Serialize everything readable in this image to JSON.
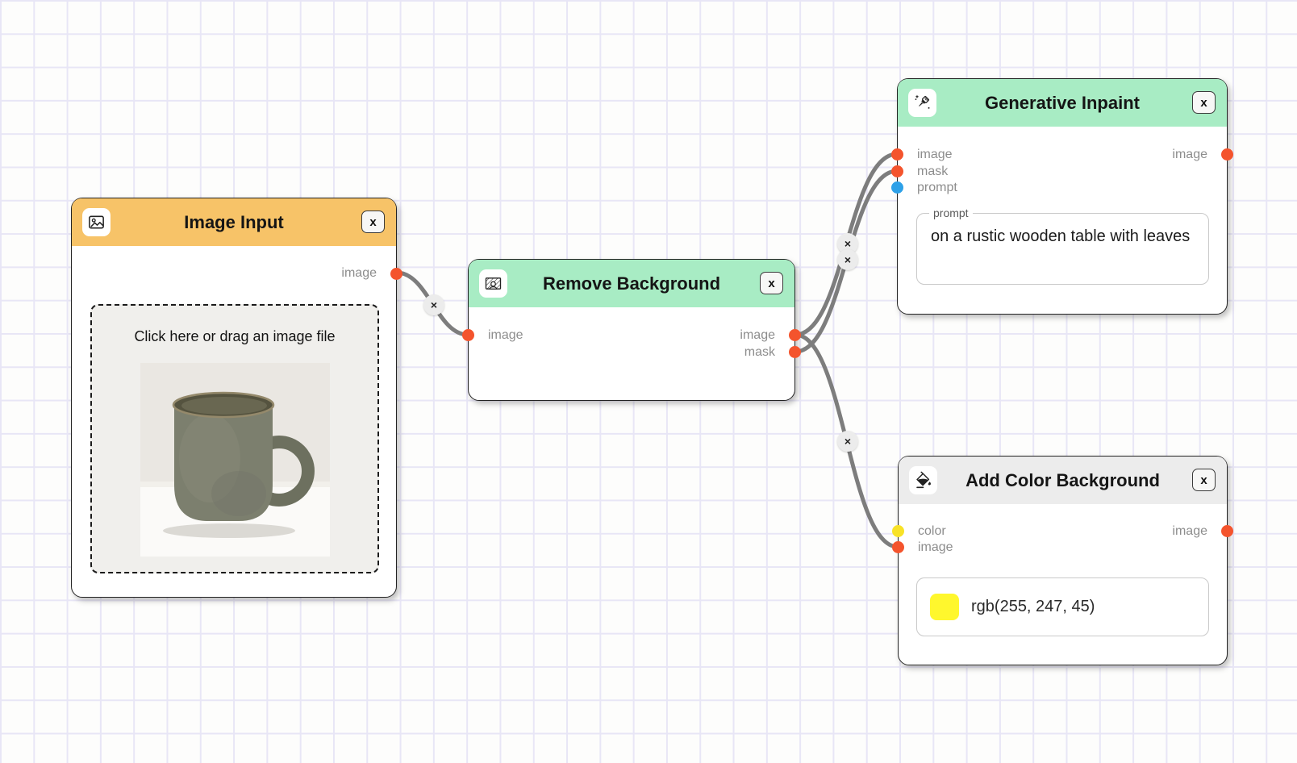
{
  "port_colors": {
    "image": "#f4542d",
    "prompt": "#2ea1e8",
    "color": "#f8e227"
  },
  "connections": {
    "delete_label": "×"
  },
  "nodes": {
    "image_input": {
      "title": "Image Input",
      "header_color": "#f7c368",
      "icon": "image-icon",
      "close_label": "x",
      "output_image_label": "image",
      "dropzone_text": "Click here or drag an image file"
    },
    "remove_background": {
      "title": "Remove Background",
      "header_color": "#a8ecc4",
      "icon": "remove-background-icon",
      "close_label": "x",
      "input_image_label": "image",
      "output_image_label": "image",
      "output_mask_label": "mask"
    },
    "generative_inpaint": {
      "title": "Generative Inpaint",
      "header_color": "#a8ecc4",
      "icon": "paintbrush-sparkle-icon",
      "close_label": "x",
      "input_image_label": "image",
      "input_mask_label": "mask",
      "input_prompt_label": "prompt",
      "output_image_label": "image",
      "prompt_field_label": "prompt",
      "prompt_value": "on a rustic wooden table with leaves"
    },
    "add_color_background": {
      "title": "Add Color Background",
      "header_color": "#ececec",
      "icon": "paint-bucket-icon",
      "close_label": "x",
      "input_color_label": "color",
      "input_image_label": "image",
      "output_image_label": "image",
      "color_value": "rgb(255, 247, 45)",
      "color_hex": "#fff72d"
    }
  }
}
